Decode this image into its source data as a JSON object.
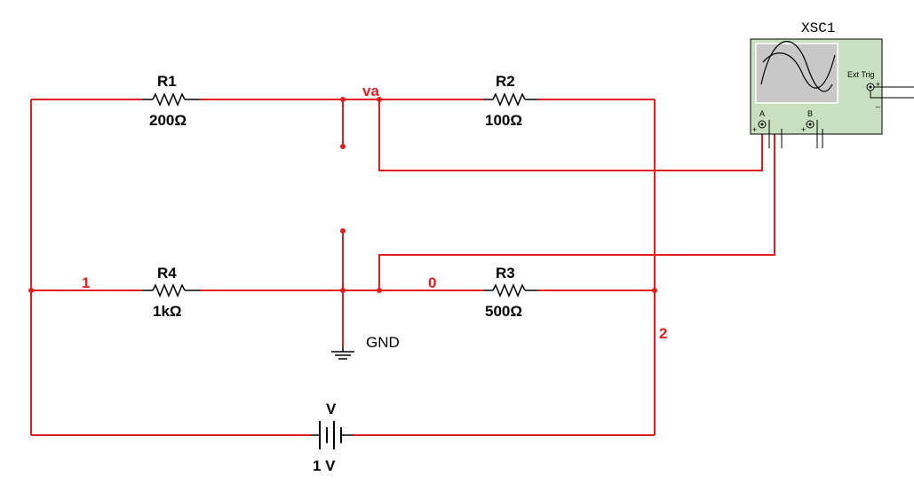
{
  "components": {
    "r1": {
      "name": "R1",
      "value": "200Ω"
    },
    "r2": {
      "name": "R2",
      "value": "100Ω"
    },
    "r3": {
      "name": "R3",
      "value": "500Ω"
    },
    "r4": {
      "name": "R4",
      "value": "1kΩ"
    },
    "battery": {
      "name": "V",
      "value": "1 V"
    },
    "ground": {
      "label": "GND"
    },
    "scope": {
      "name": "XSC1",
      "ext_trig": "Ext Trig",
      "ch_a": "A",
      "ch_b": "B",
      "plus": "+",
      "minus": "_"
    }
  },
  "nets": {
    "va": "va",
    "n1": "1",
    "n0": "0",
    "n2": "2"
  },
  "colors": {
    "wire": "#e01e1e",
    "scope_body": "#c8e0c0",
    "scope_screen": "#c8c8c8"
  }
}
